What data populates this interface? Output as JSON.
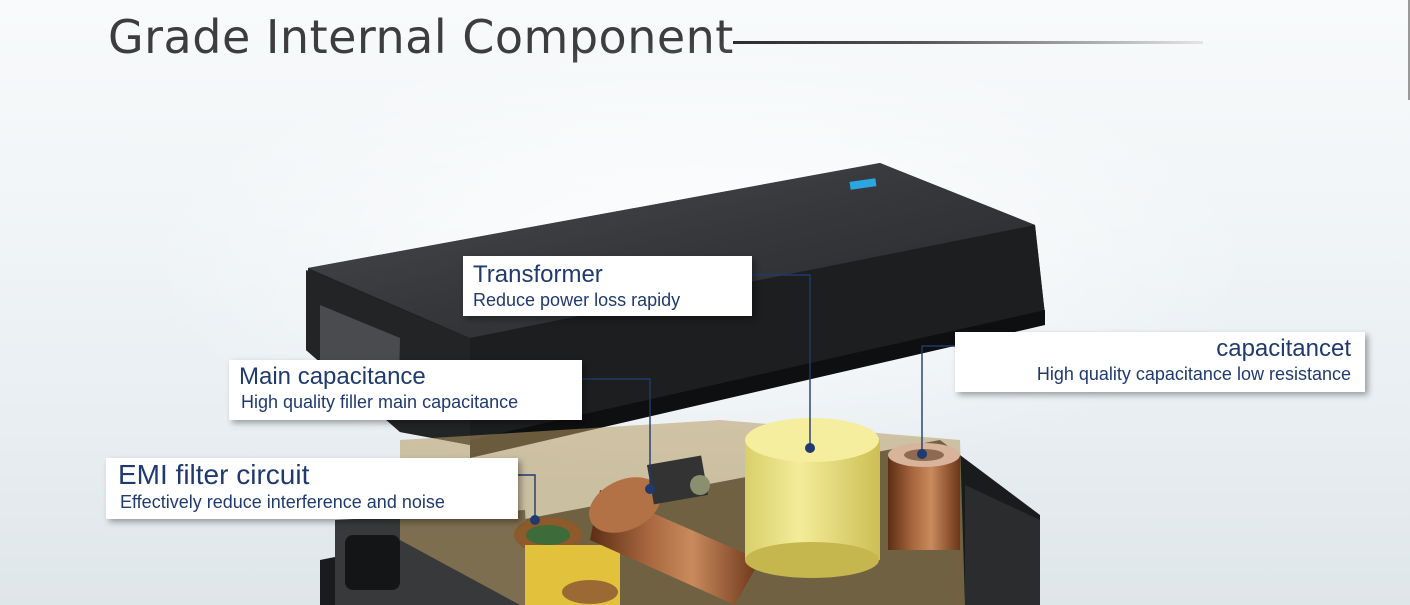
{
  "page": {
    "title": "Grade Internal Component"
  },
  "callouts": {
    "transformer": {
      "name": "Transformer",
      "description": "Reduce power loss rapidy"
    },
    "capacitancet": {
      "name": "capacitancet",
      "description": "High quality capacitance low resistance"
    },
    "main_capacitance": {
      "name": "Main capacitance",
      "description": "High quality filler main capacitance"
    },
    "emi_filter": {
      "name": "EMI filter circuit",
      "description": "Effectively reduce interference and noise"
    }
  },
  "colors": {
    "label_text": "#1f3a6e",
    "title_text": "#3d3d3d",
    "case": "#2e2f31",
    "transformer": "#ece38a",
    "capacitor": "#8a4a24",
    "led": "#2aa7e0"
  }
}
